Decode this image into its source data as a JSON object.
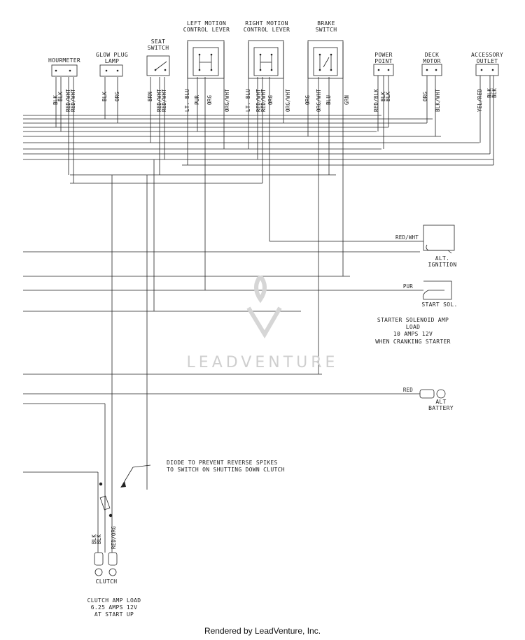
{
  "components": {
    "hourmeter": "HOURMETER",
    "glow_plug_lamp": [
      "GLOW PLUG",
      "LAMP"
    ],
    "seat_switch": [
      "SEAT",
      "SWITCH"
    ],
    "left_motion": [
      "LEFT MOTION",
      "CONTROL LEVER"
    ],
    "right_motion": [
      "RIGHT MOTION",
      "CONTROL LEVER"
    ],
    "brake_switch": [
      "BRAKE",
      "SWITCH"
    ],
    "power_point": [
      "POWER",
      "POINT"
    ],
    "deck_motor": [
      "DECK",
      "MOTOR"
    ],
    "accessory_outlet": [
      "ACCESSORY",
      "OUTLET"
    ],
    "alt_ignition": [
      "ALT.",
      "IGNITION"
    ],
    "start_sol": "START SOL.",
    "alt_battery": [
      "ALT",
      "BATTERY"
    ],
    "clutch": "CLUTCH"
  },
  "wire_labels": {
    "hourmeter": [
      "BLK",
      "BLK",
      "RED/WHT",
      "RED/WHT"
    ],
    "glow_plug": [
      "BLK",
      "ORG"
    ],
    "seat": [
      "BRN",
      "RED/WHT",
      "RED/WHT"
    ],
    "left_motion": [
      "LT. BLU",
      "PUR",
      "ORG",
      "ORG/WHT"
    ],
    "right_motion": [
      "LT. BLU",
      "RED/WHT",
      "RED/WHT",
      "ORG",
      "ORG/WHT"
    ],
    "brake": [
      "ORG",
      "ORG/WHT",
      "BLU",
      "GRN"
    ],
    "power_point": [
      "RED/BLK",
      "BLK",
      "BLK"
    ],
    "deck_motor": [
      "ORG",
      "BLK/WHT"
    ],
    "accessory": [
      "YEL/RED",
      "BLK",
      "BLK"
    ],
    "clutch": [
      "BLK",
      "BLK",
      "RED/ORG"
    ],
    "alt_ignition": "RED/WHT",
    "start_sol": "PUR",
    "alt_battery": "RED"
  },
  "notes": {
    "starter_solenoid": [
      "STARTER SOLENOID AMP",
      "LOAD",
      "10 AMPS 12V",
      "WHEN CRANKING STARTER"
    ],
    "diode": [
      "DIODE TO PREVENT REVERSE SPIKES",
      "TO SWITCH ON SHUTTING DOWN CLUTCH"
    ],
    "clutch_amp": [
      "CLUTCH AMP LOAD",
      "6.25 AMPS 12V",
      "AT START UP"
    ]
  },
  "watermark": "LEADVENTURE",
  "footer": "Rendered by LeadVenture, Inc.",
  "colors": {
    "line": "#222222",
    "watermark": "#cfcfcf"
  }
}
